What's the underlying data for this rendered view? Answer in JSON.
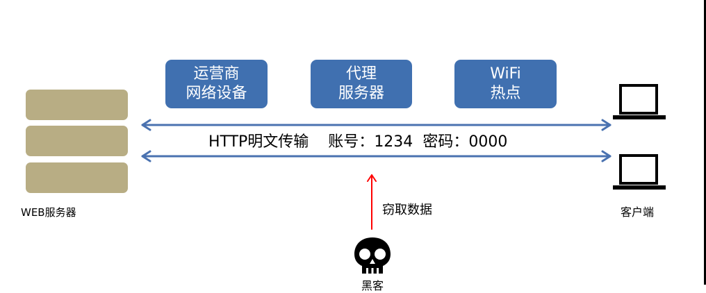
{
  "server": {
    "label": "WEB服务器",
    "block_color": "#b8ad84",
    "icon": "server-stack-icon"
  },
  "intermediaries": [
    {
      "line1": "运营商",
      "line2": "网络设备"
    },
    {
      "line1": "代理",
      "line2": "服务器"
    },
    {
      "line1": "WiFi",
      "line2": "热点"
    }
  ],
  "box_color": "#4070b0",
  "arrow_color": "#4a72b0",
  "transfer": {
    "text": "HTTP明文传输",
    "account_label": "账号：",
    "account_value": "1234",
    "password_label": "密码：",
    "password_value": "0000"
  },
  "client": {
    "label": "客户端",
    "icon": "laptop-icon"
  },
  "attack": {
    "label": "窃取数据",
    "arrow_color": "#ff0000"
  },
  "hacker": {
    "label": "黑客",
    "icon": "skull-icon"
  }
}
